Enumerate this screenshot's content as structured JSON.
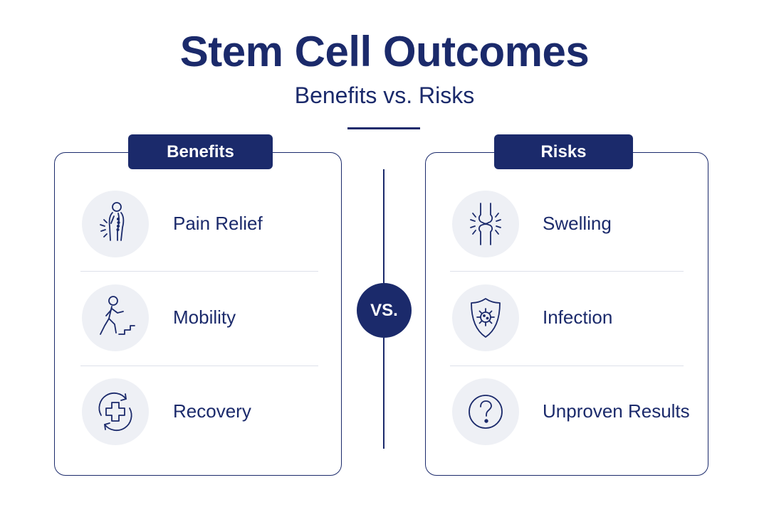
{
  "header": {
    "title": "Stem Cell Outcomes",
    "subtitle": "Benefits vs. Risks"
  },
  "benefits": {
    "tab_label": "Benefits",
    "items": [
      {
        "label": "Pain Relief",
        "icon": "back-pain-icon"
      },
      {
        "label": "Mobility",
        "icon": "climbing-stairs-icon"
      },
      {
        "label": "Recovery",
        "icon": "medical-cross-cycle-icon"
      }
    ]
  },
  "risks": {
    "tab_label": "Risks",
    "items": [
      {
        "label": "Swelling",
        "icon": "swollen-joint-icon"
      },
      {
        "label": "Infection",
        "icon": "shield-germ-icon"
      },
      {
        "label": "Unproven Results",
        "icon": "question-mark-icon"
      }
    ]
  },
  "divider": {
    "label": "VS."
  },
  "colors": {
    "primary": "#1b2a6b",
    "icon_bg": "#eef0f5",
    "separator": "#dde1ea",
    "background": "#ffffff"
  }
}
